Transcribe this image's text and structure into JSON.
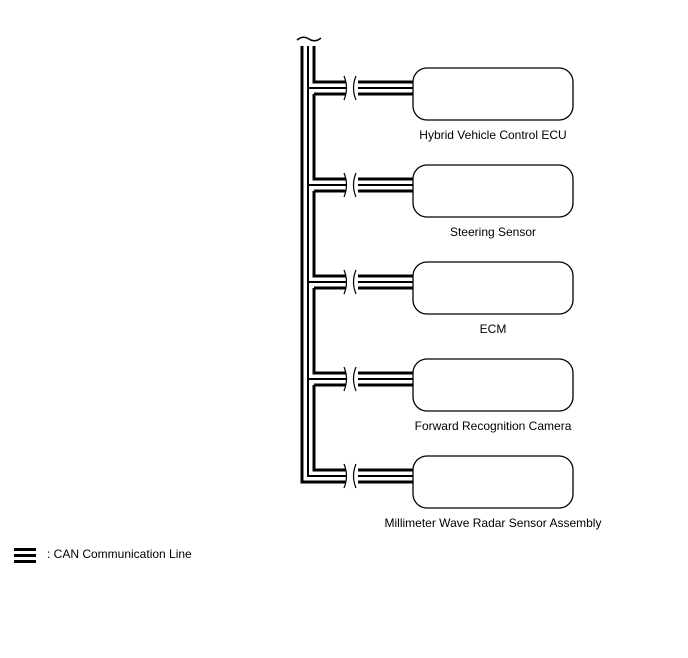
{
  "ecus": [
    {
      "label": "Hybrid Vehicle Control ECU"
    },
    {
      "label": "Steering Sensor"
    },
    {
      "label": "ECM"
    },
    {
      "label": "Forward Recognition Camera"
    },
    {
      "label": "Millimeter Wave Radar Sensor Assembly"
    }
  ],
  "legend": {
    "label": ": CAN Communication Line",
    "icon": "can-line-icon"
  }
}
